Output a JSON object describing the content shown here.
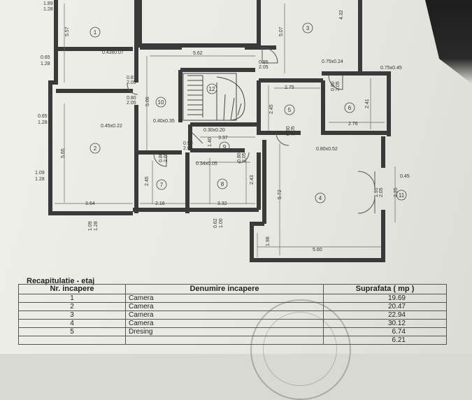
{
  "plan": {
    "room_numbers": [
      "1",
      "2",
      "3",
      "4",
      "5",
      "6",
      "7",
      "8",
      "9",
      "10",
      "11",
      "12"
    ],
    "dimensions": {
      "d_1_89": "1.89",
      "d_1_28a": "1.28",
      "d_5_57": "5.57",
      "d_0_43x0_07": "0.43x0.07",
      "d_5_62": "5.62",
      "d_5_07": "5.07",
      "d_4_32": "4.32",
      "d_0_75x0_24": "0.75x0.24",
      "d_0_75x0_45": "0.75x0.45",
      "d_0_65a": "0.65",
      "d_1_28b": "1.28",
      "d_0_81": "0.81",
      "d_2_05a": "2.05",
      "d_0_85": "0.85",
      "d_2_05b": "2.05",
      "d_2_75": "2.75",
      "d_0_80a": "0.80",
      "d_2_05c": "2.05",
      "d_2_45a": "2.45",
      "d_2_41": "2.41",
      "d_0_80b": "0.80",
      "d_2_05d": "2.05",
      "d_5_06": "5.06",
      "d_0_65b": "0.65",
      "d_1_28c": "1.28",
      "d_0_45x0_22": "0.45x0.22",
      "d_0_40x0_35": "0.40x0.35",
      "d_2_76": "2.76",
      "d_0_30x0_20": "0.30x0.20",
      "d_0_80c": "0.80",
      "d_2_05e": "2.05",
      "d_3_37": "3.37",
      "d_5_65": "5.65",
      "d_0_90": "0.90",
      "d_2_05f": "2.05",
      "d_1_40": "1.40",
      "d_0_80x0_52": "0.80x0.52",
      "d_0_34x0_05": "0.34x0.05",
      "d_0_80d": "0.80",
      "d_2_05g": "2.05",
      "d_0_80e": "0.80",
      "d_2_05h": "2.05",
      "d_1_09": "1.09",
      "d_1_28d": "1.28",
      "d_2_45b": "2.45",
      "d_2_43": "2.43",
      "d_5_72": "5.72",
      "d_0_45": "0.45",
      "d_1_95": "1.95",
      "d_2_05i": "2.05",
      "d_2_25": "2.25",
      "d_3_64": "3.64",
      "d_2_16": "2.16",
      "d_3_32": "3.32",
      "d_0_62": "0.62",
      "d_1_00": "1.00",
      "d_1_09b": "1.09",
      "d_1_28e": "1.28",
      "d_1_98": "1.98",
      "d_5_60": "5.60"
    }
  },
  "recap": {
    "title": "Recapitulatie - etaj",
    "headers": [
      "Nr. incapere",
      "Denumire incapere",
      "Suprafata ( mp )"
    ],
    "rows": [
      [
        "1",
        "Camera",
        "19.69"
      ],
      [
        "2",
        "Camera",
        "20.47"
      ],
      [
        "3",
        "Camera",
        "22.94"
      ],
      [
        "4",
        "Camera",
        "30.12"
      ],
      [
        "5",
        "Dresing",
        "6.74"
      ],
      [
        "",
        "",
        "6.21"
      ]
    ]
  }
}
